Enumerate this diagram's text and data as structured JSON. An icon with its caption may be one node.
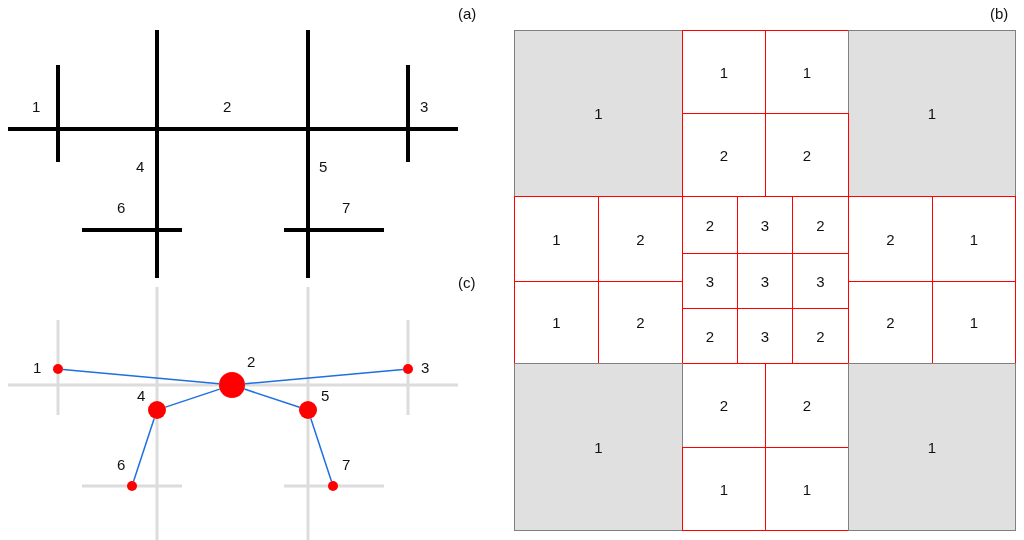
{
  "diagram": {
    "nodes": [
      {
        "text": [
          "1"
        ]
      },
      {
        "text": [
          "1"
        ]
      },
      {
        "text": [
          "1"
        ]
      },
      {
        "text": [
          "1"
        ]
      },
      {
        "text": [
          "2"
        ]
      },
      {
        "text": [
          "2"
        ]
      },
      {
        "text": [
          "1"
        ]
      },
      {
        "text": [
          "2"
        ]
      },
      {
        "text": [
          "2"
        ]
      },
      {
        "text": [
          "3"
        ]
      },
      {
        "text": [
          "2"
        ]
      },
      {
        "text": [
          "2"
        ]
      },
      {
        "text": [
          "1"
        ]
      },
      {
        "text": [
          "3"
        ]
      },
      {
        "text": [
          "3"
        ]
      },
      {
        "text": [
          "3"
        ]
      },
      {
        "text": [
          "1"
        ]
      },
      {
        "text": [
          "2"
        ]
      },
      {
        "text": [
          "2"
        ]
      },
      {
        "text": [
          "3"
        ]
      },
      {
        "text": [
          "2"
        ]
      },
      {
        "text": [
          "2"
        ]
      },
      {
        "text": [
          "1"
        ]
      },
      {
        "text": [
          "2"
        ]
      },
      {
        "text": [
          "2"
        ]
      },
      {
        "text": [
          "1"
        ]
      },
      {
        "text": [
          "1"
        ]
      },
      {
        "text": [
          "1"
        ]
      },
      {
        "text": [
          "1"
        ]
      },
      {
        "text": [],
        "shape": "circle",
        "beside": [
          "1"
        ]
      },
      {
        "text": [],
        "shape": "circle",
        "beside": [
          "2"
        ]
      },
      {
        "text": [],
        "shape": "circle",
        "beside": [
          "3"
        ]
      },
      {
        "text": [],
        "shape": "circle",
        "beside": [
          "4"
        ]
      },
      {
        "text": [],
        "shape": "circle",
        "beside": [
          "5"
        ]
      },
      {
        "text": [],
        "shape": "circle",
        "beside": [
          "6"
        ]
      },
      {
        "text": [],
        "shape": "circle",
        "beside": [
          "7"
        ]
      }
    ],
    "edges": [
      {
        "from": 29,
        "to": 30,
        "arrow": "none"
      },
      {
        "from": 30,
        "to": 31,
        "arrow": "none"
      },
      {
        "from": 30,
        "to": 32,
        "arrow": "none"
      },
      {
        "from": 30,
        "to": 33,
        "arrow": "none"
      },
      {
        "from": 32,
        "to": 34,
        "arrow": "none"
      },
      {
        "from": 33,
        "to": 35,
        "arrow": "none"
      }
    ],
    "labels": [
      "(a)",
      "(b)",
      "1",
      "2",
      "3",
      "4",
      "5",
      "6",
      "7",
      "(c)"
    ]
  }
}
